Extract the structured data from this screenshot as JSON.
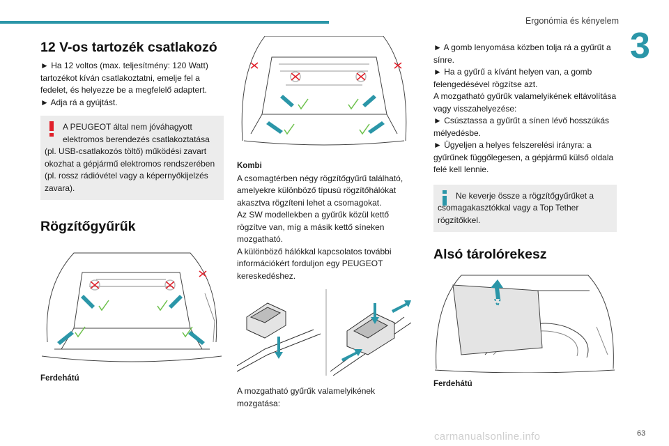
{
  "header": {
    "title": "Ergonómia és kényelem",
    "chapter_number": "3"
  },
  "footer": {
    "page_number": "63",
    "watermark": "carmanualsonline.info"
  },
  "col1": {
    "heading1": "12 V-os tartozék csatlakozó",
    "para1": "► Ha 12 voltos (max. teljesítmény: 120 Watt) tartozékot kíván csatlakoztatni, emelje fel a fedelet, és helyezze be a megfelelő adaptert.",
    "para2": "► Adja rá a gyújtást.",
    "warning_first": "A PEUGEOT által nem jóváhagyott elektromos berendezés csatlakoztatása",
    "warning_rest": "(pl. USB-csatlakozós töltő) működési zavart okozhat a gépjármű elektromos rendszerében (pl. rossz rádióvétel vagy a képernyőkijelzés zavara).",
    "heading2": "Rögzítőgyűrűk",
    "caption": "Ferdehátú"
  },
  "col2": {
    "label": "Kombi",
    "para1": "A csomagtérben négy rögzítőgyűrű található, amelyekre különböző típusú rögzítőhálókat akasztva rögzíteni lehet a csomagokat.",
    "para2": "Az SW modellekben a gyűrűk közül kettő rögzítve van, míg a másik kettő síneken mozgatható.",
    "para3": "A különböző hálókkal kapcsolatos további információkért forduljon egy PEUGEOT kereskedéshez.",
    "para4": "A mozgatható gyűrűk valamelyikének mozgatása:"
  },
  "col3": {
    "para1": "► A gomb lenyomása közben tolja rá a gyűrűt a sínre.",
    "para2": "► Ha a gyűrű a kívánt helyen van, a gomb felengedésével rögzítse azt.",
    "para3": "A mozgatható gyűrűk valamelyikének eltávolítása vagy visszahelyezése:",
    "para4": "► Csúsztassa a gyűrűt a sínen lévő hosszúkás mélyedésbe.",
    "para5": "► Ügyeljen a helyes felszerelési irányra: a gyűrűnek függőlegesen, a gépjármű külső oldala felé kell lennie.",
    "info_first": "Ne keverje össze a rögzítőgyűrűket a",
    "info_rest": "csomagakasztókkal vagy a Top Tether rögzítőkkel.",
    "heading": "Alsó tárolórekesz",
    "caption": "Ferdehátú"
  },
  "colors": {
    "accent": "#2b96a8",
    "warning": "#e0202a",
    "info": "#2b96a8",
    "box_bg": "#ececec",
    "ok": "#6cc04a",
    "nok": "#e0202a"
  },
  "icons": [
    "warning-icon",
    "info-icon",
    "check-icon",
    "cross-icon",
    "arrow-icon"
  ]
}
